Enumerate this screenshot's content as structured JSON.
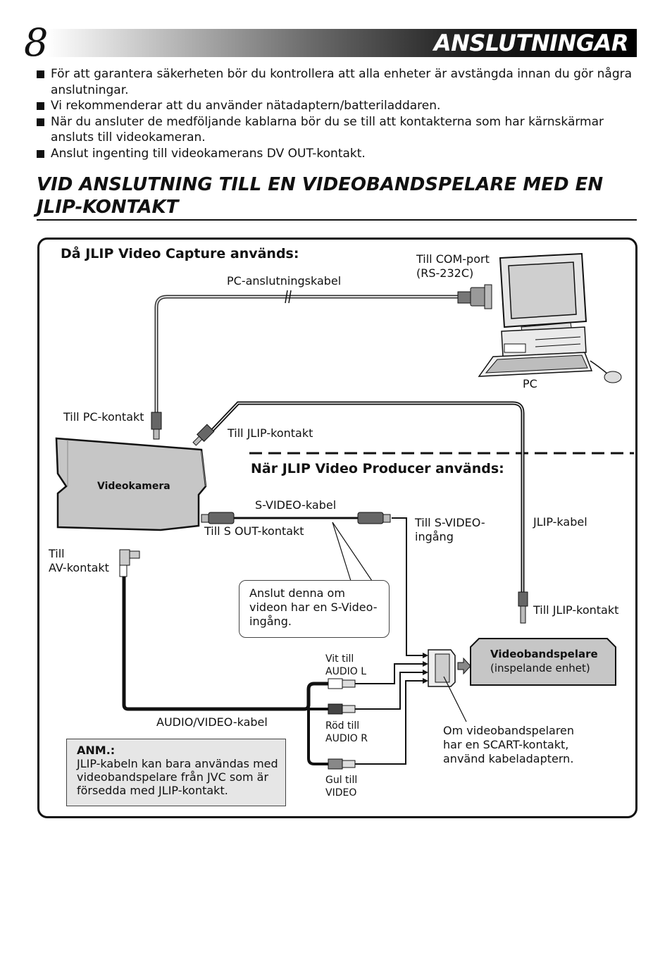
{
  "header": {
    "page_number": "8",
    "title": "ANSLUTNINGAR"
  },
  "bullets": [
    "För att garantera säkerheten bör du kontrollera att alla enheter är avstängda innan du gör några anslutningar.",
    "Vi rekommenderar att du använder nätadaptern/batteriladdaren.",
    "När du ansluter de medföljande kablarna bör du se till att kontakterna som har kärnskärmar ansluts till videokameran.",
    "Anslut ingenting till videokamerans DV OUT-kontakt."
  ],
  "section": {
    "title_line1": "VID ANSLUTNING TILL EN VIDEOBANDSPELARE MED EN",
    "title_line2": "JLIP-KONTAKT"
  },
  "diagram": {
    "capture_heading": "Då JLIP Video Capture används:",
    "producer_heading": "När JLIP Video Producer används:",
    "com_port_line1": "Till COM-port",
    "com_port_line2": "(RS-232C)",
    "pc_cable": "PC-anslutningskabel",
    "pc": "PC",
    "to_pc_jack": "Till PC-kontakt",
    "to_jlip_jack_camera": "Till JLIP-kontakt",
    "camcorder": "Videokamera",
    "svideo_cable": "S-VIDEO-kabel",
    "to_s_out": "Till S OUT-kontakt",
    "to_svideo_in_line1": "Till S-VIDEO-",
    "to_svideo_in_line2": "ingång",
    "jlip_cable": "JLIP-kabel",
    "to_av_line1": "Till",
    "to_av_line2": "AV-kontakt",
    "callout_line1": "Anslut denna om",
    "callout_line2": "videon har en S-Video-",
    "callout_line3": "ingång.",
    "to_jlip_jack_vcr": "Till JLIP-kontakt",
    "white_line1": "Vit till",
    "white_line2": "AUDIO L",
    "vcr_title": "Videobandspelare",
    "vcr_sub": "(inspelande enhet)",
    "av_cable": "AUDIO/VIDEO-kabel",
    "red_line1": "Röd till",
    "red_line2": "AUDIO R",
    "scart_line1": "Om videobandspelaren",
    "scart_line2": "har en SCART-kontakt,",
    "scart_line3": "använd kabeladaptern.",
    "yellow_line1": "Gul till",
    "yellow_line2": "VIDEO"
  },
  "note": {
    "title": "ANM.:",
    "line1": "JLIP-kabeln kan bara användas med",
    "line2": "videobandspelare från JVC som är",
    "line3": "försedda med JLIP-kontakt."
  }
}
